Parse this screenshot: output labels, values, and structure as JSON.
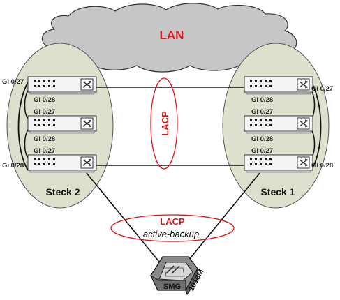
{
  "lan": {
    "label": "LAN"
  },
  "lacp_links": {
    "label": "LACP"
  },
  "lacp_bond": {
    "label": "LACP",
    "mode": "active-backup"
  },
  "device": {
    "name": "SMG",
    "model": "1016M"
  },
  "stacks": [
    {
      "label": "Steck 2",
      "switches": [
        {
          "ports": [
            "Gi 0/27",
            "Gi 0/28"
          ]
        },
        {
          "ports": [
            "Gi 0/27",
            "Gi 0/28"
          ]
        },
        {
          "ports": [
            "Gi 0/27",
            "Gi 0/28"
          ]
        }
      ]
    },
    {
      "label": "Steck 1",
      "switches": [
        {
          "ports": [
            "Gi 0/27",
            "Gi 0/28"
          ]
        },
        {
          "ports": [
            "Gi 0/27",
            "Gi 0/28"
          ]
        },
        {
          "ports": [
            "Gi 0/27",
            "Gi 0/28"
          ]
        }
      ]
    }
  ],
  "colors": {
    "cloud_fill": "#c6c6c6",
    "stack_fill": "#dde0cd",
    "accent_red": "#e0161b"
  }
}
